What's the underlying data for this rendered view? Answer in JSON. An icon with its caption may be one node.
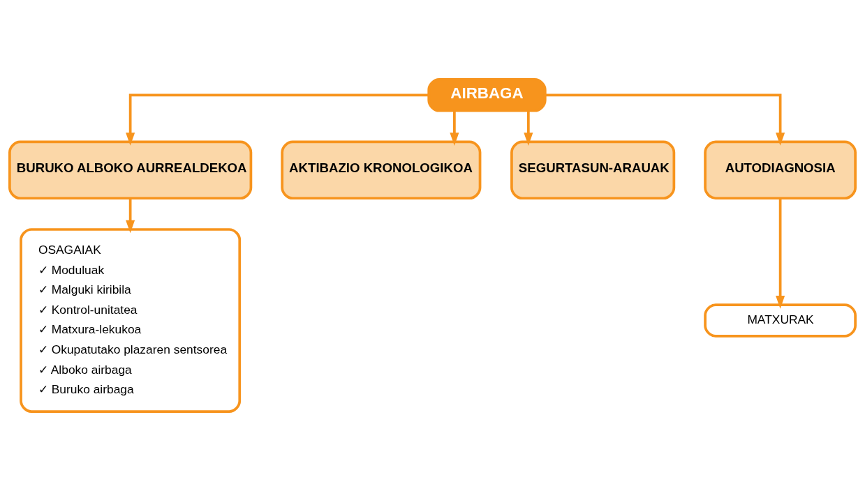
{
  "diagram": {
    "nodes": [
      {
        "text": [
          "AIRBAGA"
        ]
      },
      {
        "text": [
          "BURUKO ALBOKO AURREALDEKOA"
        ]
      },
      {
        "text": [
          "AKTIBAZIO KRONOLOGIKOA"
        ]
      },
      {
        "text": [
          "SEGURTASUN-ARAUAK"
        ]
      },
      {
        "text": [
          "AUTODIAGNOSIA"
        ]
      },
      {
        "text": [
          "MATXURAK"
        ]
      },
      {
        "text": [
          "OSAGAIAK",
          "✓ Moduluak",
          "✓ Malguki kiribila",
          "✓ Kontrol-unitatea",
          "✓ Matxura-lekukoa",
          "✓ Okupatutako plazaren sentsorea",
          "✓ Alboko airbaga",
          "✓ Buruko airbaga"
        ]
      }
    ],
    "edges": [
      {
        "from": 0,
        "to": 1,
        "arrow": "to"
      },
      {
        "from": 0,
        "to": 2,
        "arrow": "to"
      },
      {
        "from": 0,
        "to": 3,
        "arrow": "to"
      },
      {
        "from": 0,
        "to": 4,
        "arrow": "to"
      },
      {
        "from": 4,
        "to": 5,
        "arrow": "to"
      },
      {
        "from": 1,
        "to": 6,
        "arrow": "to"
      }
    ]
  }
}
